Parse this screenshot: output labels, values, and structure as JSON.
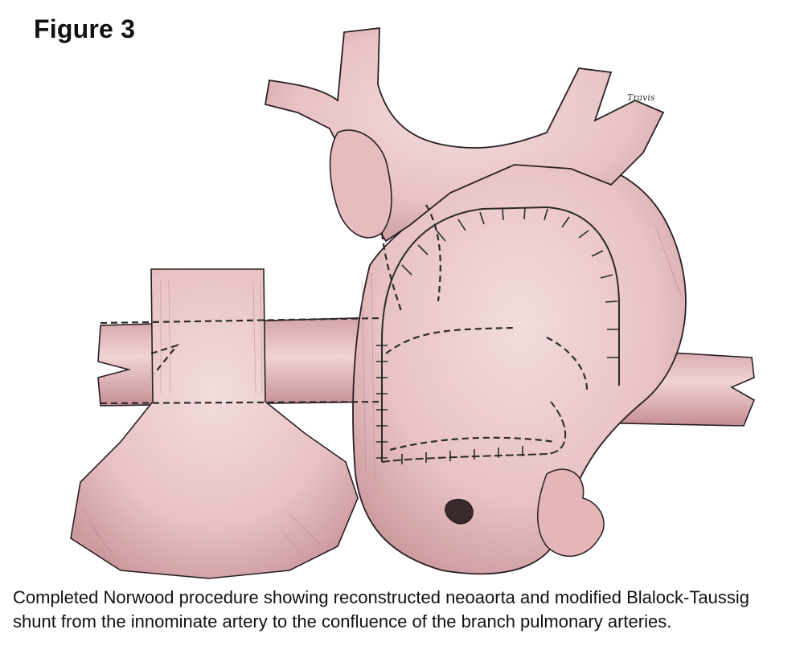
{
  "figure": {
    "title": "Figure 3",
    "signature": "Travis",
    "caption": "Completed Norwood procedure showing reconstructed neoaorta and modified Blalock-Taussig shunt from the innominate artery to the confluence of the branch pulmonary arteries."
  },
  "colors": {
    "tissue_fill": "#e8c2c4",
    "tissue_light": "#f2d8d8",
    "tissue_shadow": "#c98f94",
    "outline": "#2a1f22",
    "suture": "#2b2b2b"
  },
  "icons": {
    "illustration": "norwood-procedure-heart-illustration"
  }
}
